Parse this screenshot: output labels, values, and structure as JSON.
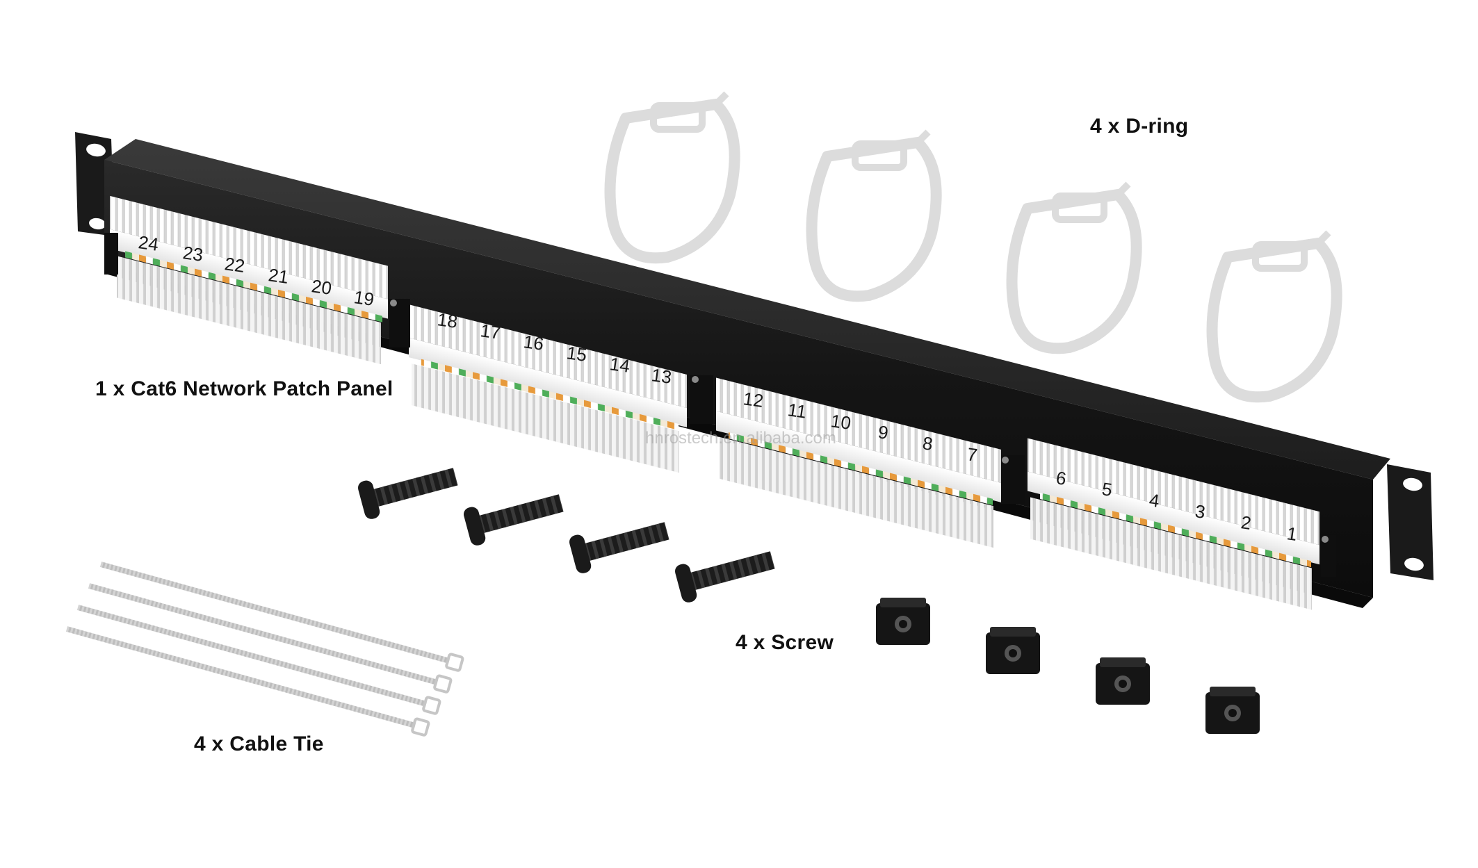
{
  "captions": {
    "d_ring": "4 x D-ring",
    "patch_panel": "1 x Cat6 Network Patch Panel",
    "screw": "4 x Screw",
    "cable_tie": "4 x Cable Tie"
  },
  "watermark": "hnrostech.en.alibaba.com",
  "patch_panel": {
    "port_numbers": [
      "24",
      "23",
      "22",
      "21",
      "20",
      "19",
      "18",
      "17",
      "16",
      "15",
      "14",
      "13",
      "12",
      "11",
      "10",
      "9",
      "8",
      "7",
      "6",
      "5",
      "4",
      "3",
      "2",
      "1"
    ]
  },
  "colors": {
    "panel_body": "#1b1b1b",
    "module": "#f2f2f2",
    "d_ring": "#dedede",
    "hardware": "#151515",
    "cable_tie": "#cfcfcf"
  }
}
